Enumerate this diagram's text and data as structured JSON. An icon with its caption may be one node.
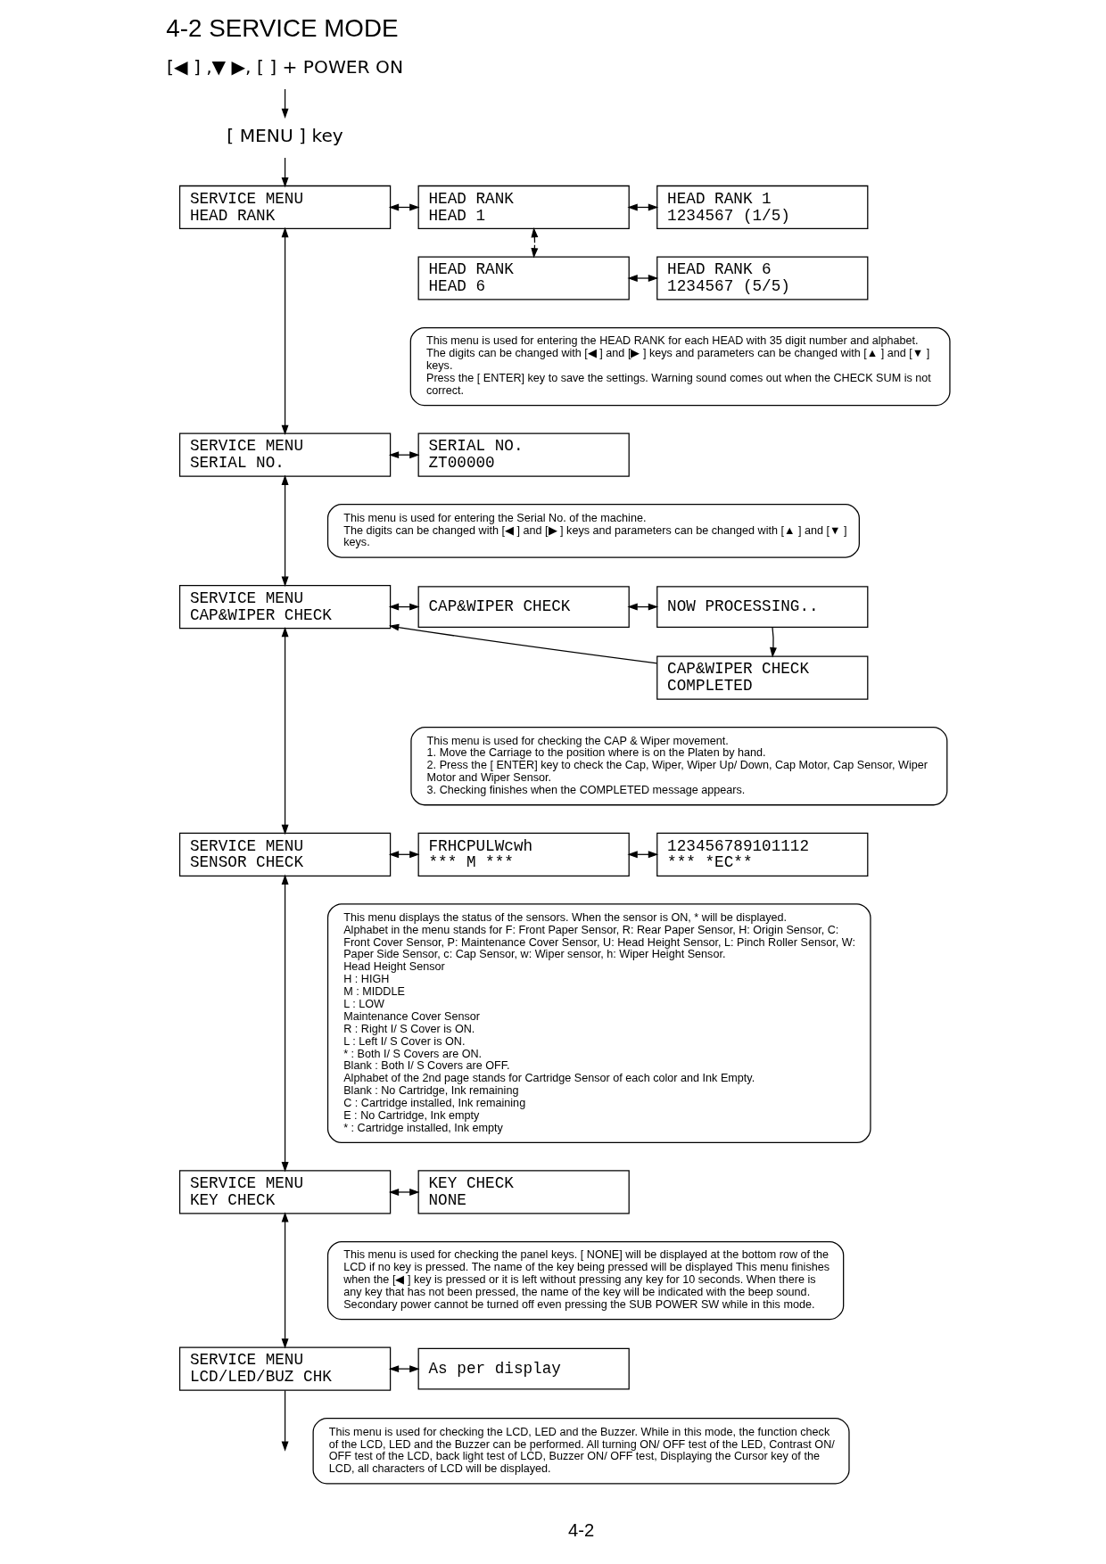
{
  "diagram": {
    "title": "4-2 SERVICE MODE",
    "nodes": [
      {
        "text": [
          "[◀ ] ,▼ ▶, [ ] + POWER ON"
        ]
      },
      {
        "text": [
          "[ MENU ] key"
        ]
      },
      {
        "text": [
          "SERVICE MENU",
          "HEAD RANK"
        ]
      },
      {
        "text": [
          "HEAD RANK",
          "HEAD 1"
        ]
      },
      {
        "text": [
          "HEAD RANK 1",
          "1234567 (1/5)"
        ]
      },
      {
        "text": [
          "HEAD RANK",
          "HEAD 6"
        ]
      },
      {
        "text": [
          "HEAD RANK 6",
          "1234567 (5/5)"
        ]
      },
      {
        "text": [
          "This menu is used for entering the HEAD RANK for each HEAD with 35 digit number and alphabet.",
          "The digits can be changed with [◀ ] and [▶ ] keys and parameters can be changed with [▲ ] and [▼ ] keys.",
          "Press the [ ENTER] key to save the settings. Warning sound comes out when the CHECK SUM is not correct."
        ]
      },
      {
        "text": [
          "SERVICE MENU",
          "SERIAL NO."
        ]
      },
      {
        "text": [
          "SERIAL NO.",
          "ZT00000"
        ]
      },
      {
        "text": [
          "This menu is used for entering the Serial No. of the machine.",
          "The digits can be changed with [◀ ] and [▶ ] keys and parameters can be changed with [▲ ] and [▼ ] keys."
        ]
      },
      {
        "text": [
          "SERVICE MENU",
          "CAP&WIPER CHECK"
        ]
      },
      {
        "text": [
          "CAP&WIPER CHECK"
        ]
      },
      {
        "text": [
          "NOW PROCESSING.."
        ]
      },
      {
        "text": [
          "CAP&WIPER CHECK",
          "COMPLETED"
        ]
      },
      {
        "text": [
          "This menu is used for checking the CAP & Wiper movement.",
          "1. Move the Carriage to the position where is on the Platen by hand.",
          "2. Press the [ ENTER] key to check the Cap, Wiper, Wiper Up/ Down, Cap Motor, Cap Sensor, Wiper Motor and Wiper Sensor.",
          "3. Checking finishes when the COMPLETED message appears."
        ]
      },
      {
        "text": [
          "SERVICE MENU",
          "SENSOR CHECK"
        ]
      },
      {
        "text": [
          "FRHCPULWcwh",
          "*** M ***"
        ]
      },
      {
        "text": [
          "123456789101112",
          "*** *EC**"
        ]
      },
      {
        "text": [
          "This menu displays the status of the sensors. When the sensor is ON, * will be displayed.",
          "Alphabet in the menu stands for F: Front Paper Sensor, R: Rear Paper Sensor, H: Origin Sensor, C: Front Cover Sensor, P: Maintenance Cover Sensor, U: Head Height Sensor, L: Pinch Roller Sensor, W: Paper Side Sensor, c: Cap Sensor, w: Wiper sensor, h: Wiper Height Sensor.",
          "Head Height Sensor",
          "H : HIGH",
          "M : MIDDLE",
          "L : LOW",
          "Maintenance Cover Sensor",
          "R : Right I/ S Cover is ON.",
          "L : Left I/ S Cover is ON.",
          "* : Both I/ S Covers are ON.",
          "Blank : Both I/ S Covers are OFF.",
          "Alphabet of the 2nd page stands for Cartridge Sensor of each color and Ink Empty.",
          "Blank : No Cartridge, Ink remaining",
          "C : Cartridge installed, Ink remaining",
          "E : No Cartridge, Ink empty",
          "* : Cartridge installed, Ink empty"
        ]
      },
      {
        "text": [
          "SERVICE MENU",
          "KEY CHECK"
        ]
      },
      {
        "text": [
          "KEY CHECK",
          "NONE"
        ]
      },
      {
        "text": [
          "This menu is used for checking the panel keys. [ NONE] will be displayed at the bottom row of the LCD if no key is pressed. The name of the key being pressed will be displayed This menu finishes when the [◀ ] key is pressed or it is left without pressing any key for 10 seconds. When there is any key that has not been pressed, the name of the key will be indicated with the beep sound.",
          "Secondary power cannot be turned off even pressing the SUB POWER SW while in this mode."
        ]
      },
      {
        "text": [
          "SERVICE MENU",
          "LCD/LED/BUZ CHK"
        ]
      },
      {
        "text": [
          "As per display"
        ]
      },
      {
        "text": [
          "This menu is used for checking the LCD, LED and the Buzzer. While in this mode, the function check of the LCD, LED and the Buzzer can be performed. All turning ON/ OFF test of the LED, Contrast ON/ OFF test of the LCD, back light test of LCD, Buzzer ON/ OFF test, Displaying the Cursor key of the LCD, all characters of LCD will be displayed."
        ]
      }
    ],
    "edges": [
      {
        "from": 0,
        "to": 1,
        "arrow": "to"
      },
      {
        "from": 1,
        "to": 2,
        "arrow": "to"
      },
      {
        "from": 2,
        "to": 3,
        "arrow": "both"
      },
      {
        "from": 3,
        "to": 4,
        "arrow": "both"
      },
      {
        "from": 3,
        "to": 5,
        "arrow": "both",
        "style": "dashed"
      },
      {
        "from": 5,
        "to": 6,
        "arrow": "both"
      },
      {
        "from": 2,
        "to": 8,
        "arrow": "both"
      },
      {
        "from": 8,
        "to": 9,
        "arrow": "both"
      },
      {
        "from": 8,
        "to": 11,
        "arrow": "both"
      },
      {
        "from": 11,
        "to": 12,
        "arrow": "both"
      },
      {
        "from": 12,
        "to": 13,
        "arrow": "both"
      },
      {
        "from": 13,
        "to": 14,
        "arrow": "to"
      },
      {
        "from": 14,
        "to": 11,
        "arrow": "to"
      },
      {
        "from": 11,
        "to": 16,
        "arrow": "both"
      },
      {
        "from": 16,
        "to": 17,
        "arrow": "both"
      },
      {
        "from": 17,
        "to": 18,
        "arrow": "both"
      },
      {
        "from": 16,
        "to": 20,
        "arrow": "both"
      },
      {
        "from": 20,
        "to": 21,
        "arrow": "both"
      },
      {
        "from": 20,
        "to": 23,
        "arrow": "both"
      },
      {
        "from": 23,
        "to": 24,
        "arrow": "both"
      },
      {
        "from": 23,
        "to": null,
        "arrow": "to"
      }
    ],
    "labels": [
      "4-2"
    ]
  }
}
